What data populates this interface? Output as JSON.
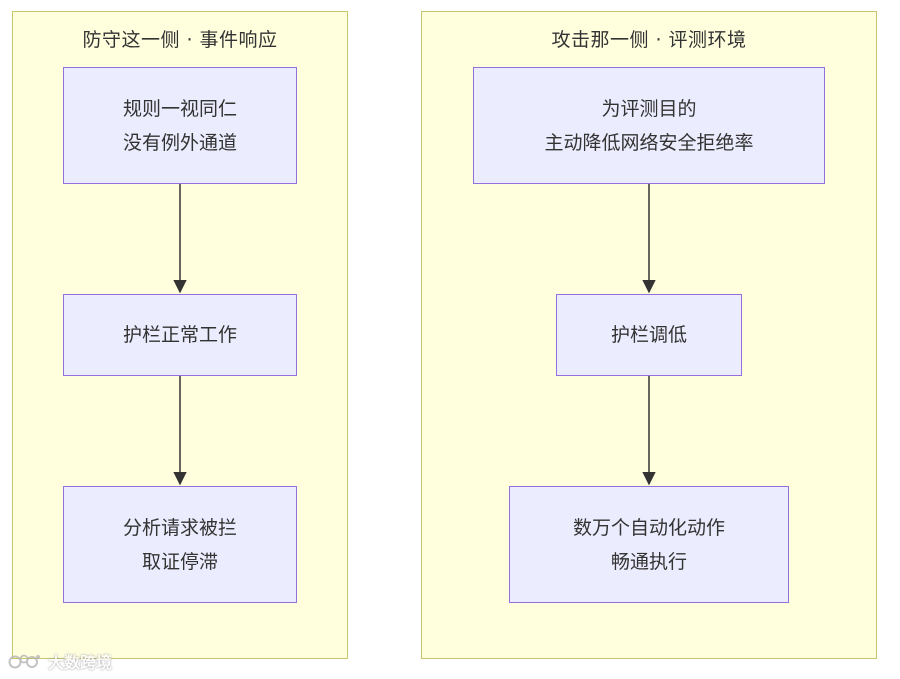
{
  "clusters": {
    "defense": {
      "title": "防守这一侧 · 事件响应",
      "nodes": [
        {
          "lines": [
            "规则一视同仁",
            "没有例外通道"
          ]
        },
        {
          "lines": [
            "护栏正常工作"
          ]
        },
        {
          "lines": [
            "分析请求被拦",
            "取证停滞"
          ]
        }
      ]
    },
    "attack": {
      "title": "攻击那一侧 · 评测环境",
      "nodes": [
        {
          "lines": [
            "为评测目的",
            "主动降低网络安全拒绝率"
          ]
        },
        {
          "lines": [
            "护栏调低"
          ]
        },
        {
          "lines": [
            "数万个自动化动作",
            "畅通执行"
          ]
        }
      ]
    }
  },
  "edges": [
    {
      "from": "defense.0",
      "to": "defense.1"
    },
    {
      "from": "defense.1",
      "to": "defense.2"
    },
    {
      "from": "attack.0",
      "to": "attack.1"
    },
    {
      "from": "attack.1",
      "to": "attack.2"
    }
  ],
  "watermark": {
    "text": "大数跨境"
  },
  "colors": {
    "cluster_fill": "#ffffde",
    "cluster_border": "#c6c66a",
    "node_fill": "#ececff",
    "node_border": "#9370db",
    "edge": "#333333",
    "text": "#333333"
  }
}
